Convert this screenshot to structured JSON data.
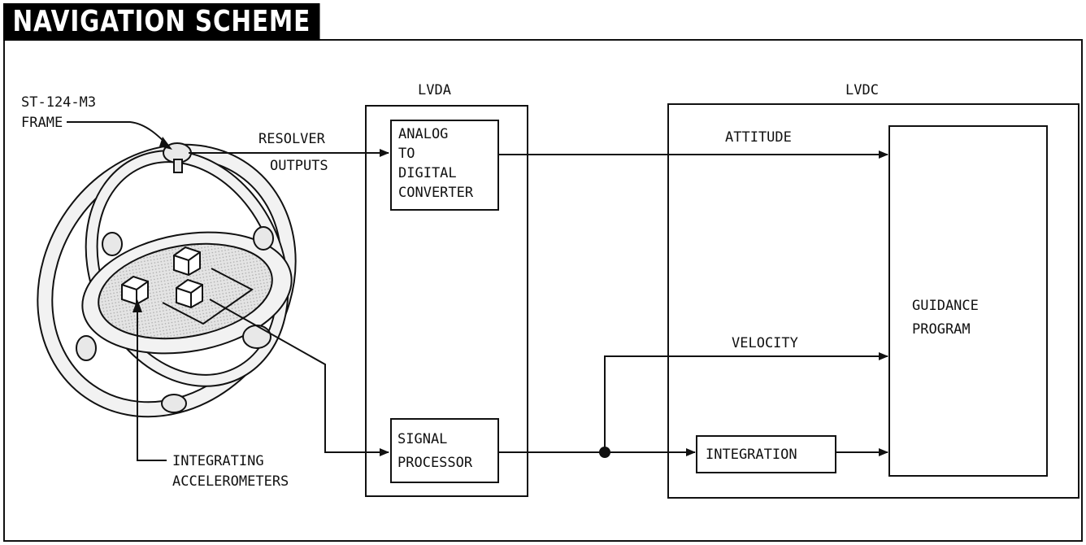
{
  "title": "NAVIGATION SCHEME",
  "labels": {
    "lvda": "LVDA",
    "lvdc": "LVDC",
    "frame_line1": "ST-124-M3",
    "frame_line2": "FRAME",
    "resolver_line1": "RESOLVER",
    "resolver_line2": "OUTPUTS",
    "adc_line1": "ANALOG",
    "adc_line2": "TO",
    "adc_line3": "DIGITAL",
    "adc_line4": "CONVERTER",
    "attitude": "ATTITUDE",
    "velocity": "VELOCITY",
    "signal_line1": "SIGNAL",
    "signal_line2": "PROCESSOR",
    "integration": "INTEGRATION",
    "guidance_line1": "GUIDANCE",
    "guidance_line2": "PROGRAM",
    "accel_line1": "INTEGRATING",
    "accel_line2": "ACCELEROMETERS"
  },
  "colors": {
    "ink": "#111111",
    "platform_fill": "#dcdcdc",
    "ring_fill": "#f2f2f2"
  }
}
